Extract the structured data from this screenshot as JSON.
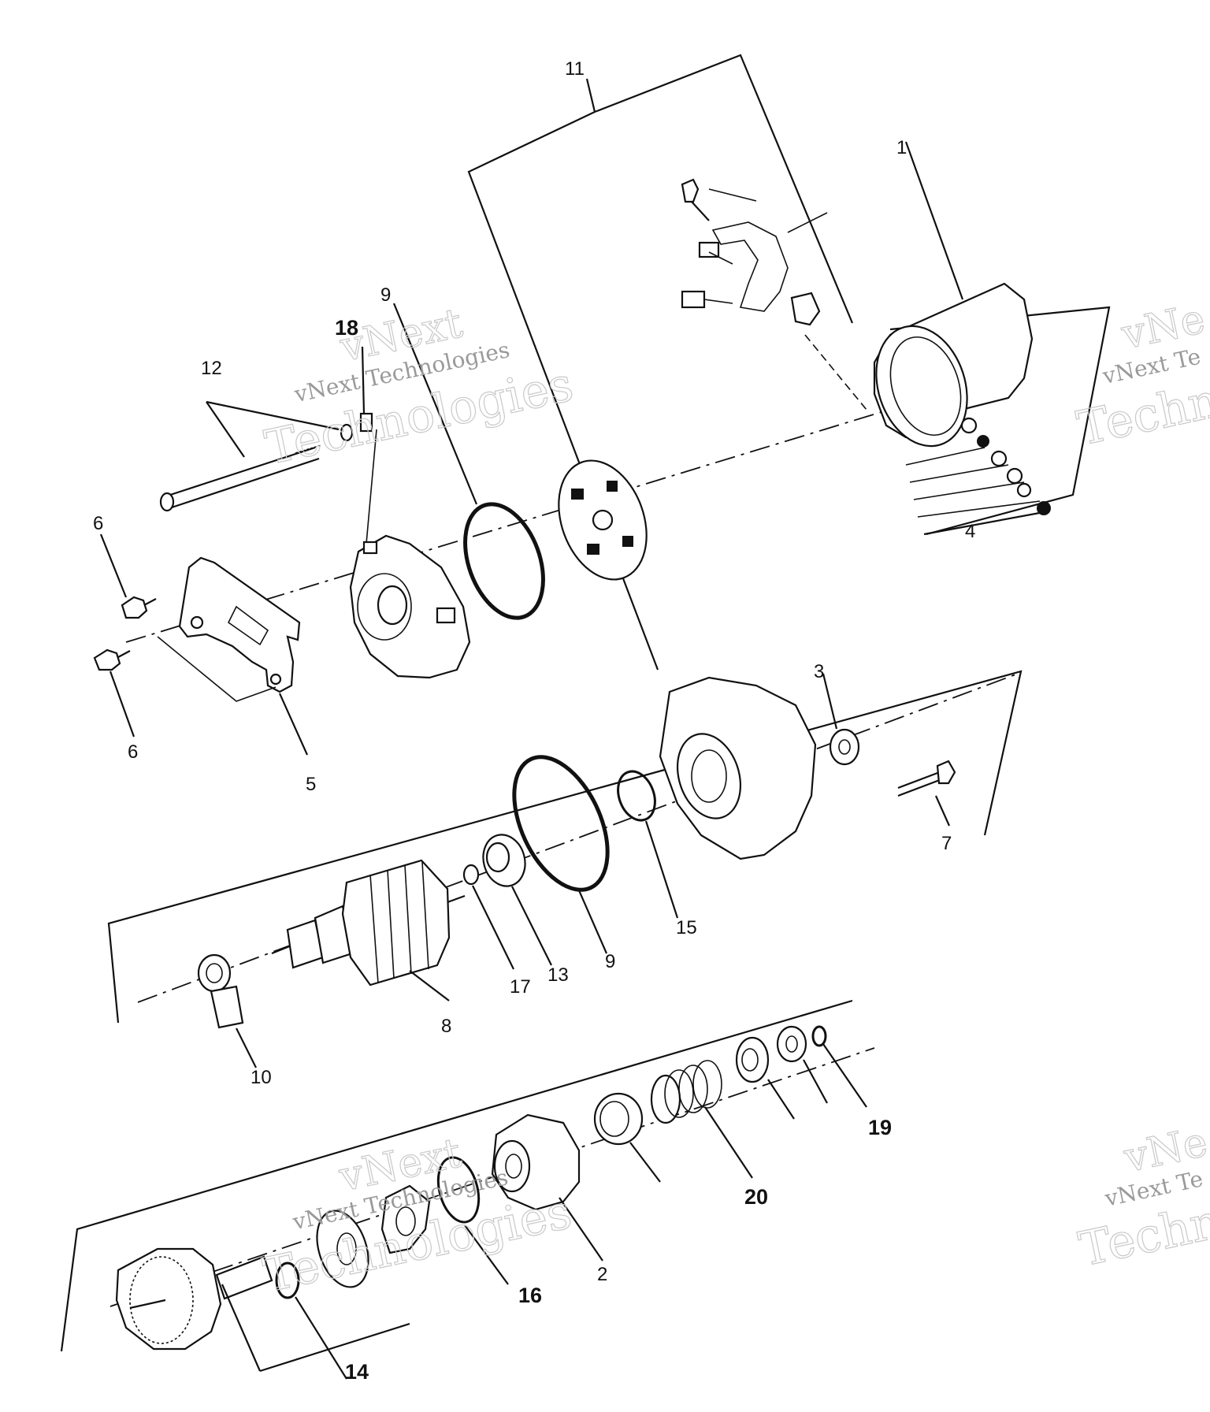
{
  "callouts": [
    {
      "id": "c1",
      "text": "1"
    },
    {
      "id": "c2",
      "text": "2"
    },
    {
      "id": "c3",
      "text": "3"
    },
    {
      "id": "c4",
      "text": "4"
    },
    {
      "id": "c5",
      "text": "5"
    },
    {
      "id": "c6a",
      "text": "6"
    },
    {
      "id": "c6b",
      "text": "6"
    },
    {
      "id": "c7",
      "text": "7"
    },
    {
      "id": "c8",
      "text": "8"
    },
    {
      "id": "c9a",
      "text": "9"
    },
    {
      "id": "c9b",
      "text": "9"
    },
    {
      "id": "c10",
      "text": "10"
    },
    {
      "id": "c11",
      "text": "11"
    },
    {
      "id": "c12",
      "text": "12"
    },
    {
      "id": "c13",
      "text": "13"
    },
    {
      "id": "c14",
      "text": "14"
    },
    {
      "id": "c15",
      "text": "15"
    },
    {
      "id": "c16",
      "text": "16"
    },
    {
      "id": "c17",
      "text": "17"
    },
    {
      "id": "c18",
      "text": "18"
    },
    {
      "id": "c19",
      "text": "19"
    },
    {
      "id": "c20",
      "text": "20"
    }
  ],
  "watermark": {
    "line1": "vNext",
    "line2": "vNext Technologies",
    "line3": "Technologies",
    "edge1": "vNext Te",
    "edge2": "Techn",
    "edge3": "vNe"
  }
}
